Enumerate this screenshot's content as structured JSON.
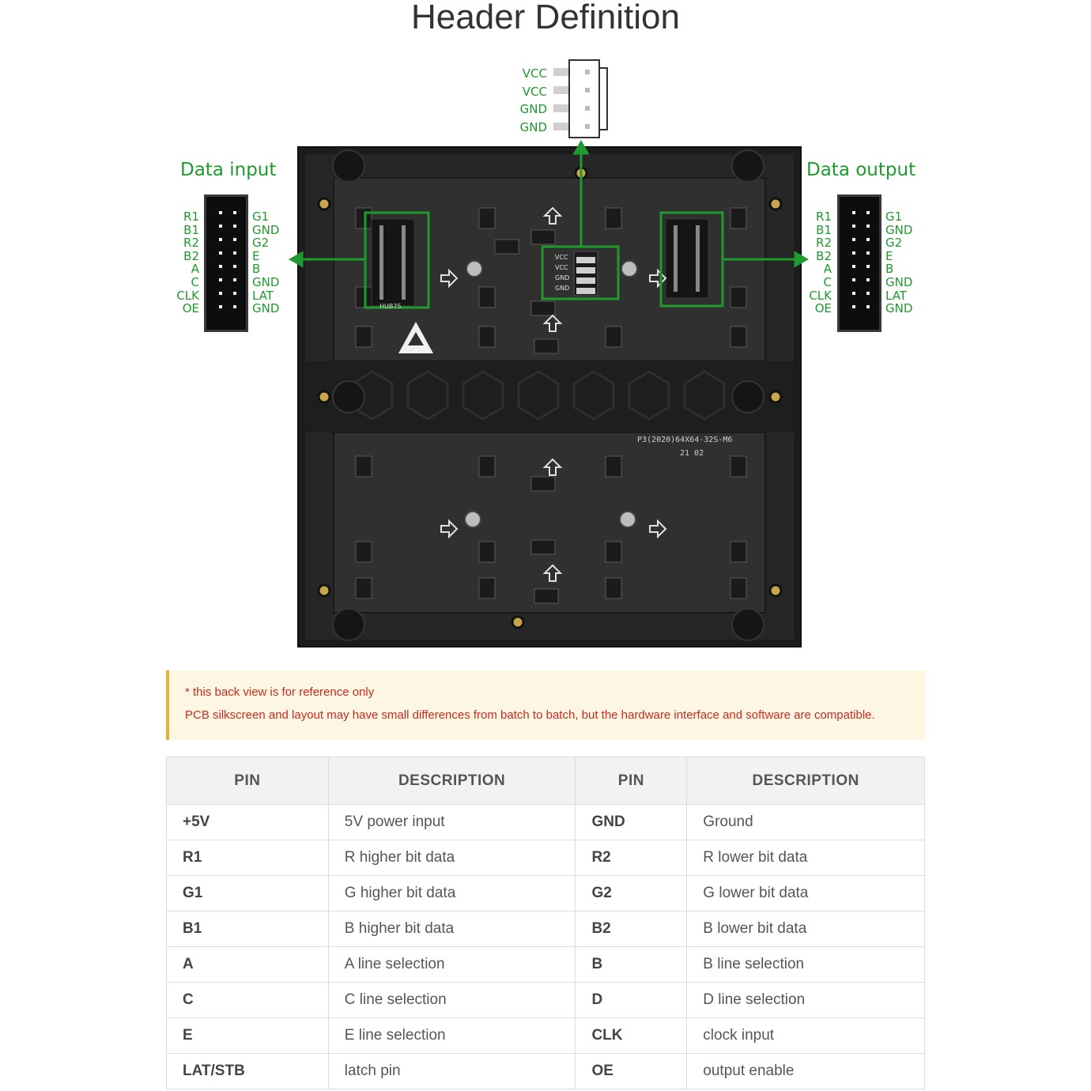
{
  "title": "Header Definition",
  "data_input": {
    "label": "Data input",
    "left_pins": [
      "R1",
      "B1",
      "R2",
      "B2",
      "A",
      "C",
      "CLK",
      "OE"
    ],
    "right_pins": [
      "G1",
      "GND",
      "G2",
      "E",
      "B",
      "GND",
      "LAT",
      "GND"
    ]
  },
  "data_output": {
    "label": "Data output",
    "left_pins": [
      "R1",
      "B1",
      "R2",
      "B2",
      "A",
      "C",
      "CLK",
      "OE"
    ],
    "right_pins": [
      "G1",
      "GND",
      "G2",
      "E",
      "B",
      "GND",
      "LAT",
      "GND"
    ]
  },
  "power_connector": {
    "pins": [
      "VCC",
      "VCC",
      "GND",
      "GND"
    ]
  },
  "board": {
    "model_text": "P3(2020)64X64-32S-M6",
    "date_code": "21 02",
    "hub_label": "HUB75",
    "power_pins": [
      "VCC",
      "VCC",
      "GND",
      "GND"
    ]
  },
  "note": {
    "line1": "* this back view is for reference only",
    "line2": "PCB silkscreen and layout may have small differences from batch to batch, but the hardware interface and software are compatible."
  },
  "table": {
    "headers": [
      "PIN",
      "DESCRIPTION",
      "PIN",
      "DESCRIPTION"
    ],
    "rows": [
      [
        "+5V",
        "5V power input",
        "GND",
        "Ground"
      ],
      [
        "R1",
        "R higher bit data",
        "R2",
        "R lower bit data"
      ],
      [
        "G1",
        "G higher bit data",
        "G2",
        "G lower bit data"
      ],
      [
        "B1",
        "B higher bit data",
        "B2",
        "B lower bit data"
      ],
      [
        "A",
        "A line selection",
        "B",
        "B line selection"
      ],
      [
        "C",
        "C line selection",
        "D",
        "D line selection"
      ],
      [
        "E",
        "E line selection",
        "CLK",
        "clock input"
      ],
      [
        "LAT/STB",
        "latch pin",
        "OE",
        "output enable"
      ]
    ]
  },
  "colors": {
    "accent_green": "#1f9a2e",
    "note_text": "#cc2a1f",
    "note_bg": "#fdf6e3",
    "note_border": "#e0b341",
    "board": "#2a2a2a"
  }
}
